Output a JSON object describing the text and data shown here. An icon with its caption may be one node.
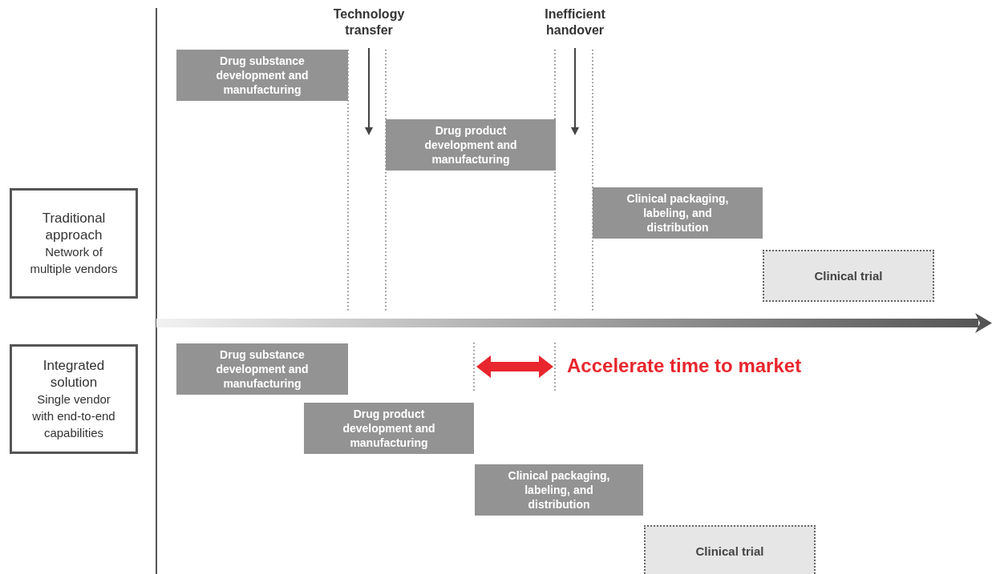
{
  "diagram": {
    "nodes": [
      {
        "text": [
          "Technology transfer"
        ]
      },
      {
        "text": [
          "Inefficient handover"
        ]
      },
      {
        "text": [
          "Drug substance development and manufacturing"
        ]
      },
      {
        "text": [
          "Drug product development and manufacturing"
        ]
      },
      {
        "text": [
          "Traditional approach",
          "Network of multiple vendors"
        ]
      },
      {
        "text": [
          "Clinical packaging, labeling, and distribution"
        ]
      },
      {
        "text": [
          "Clinical trial"
        ]
      },
      {
        "text": [
          "Integrated solution",
          "Single vendor with end-to-end capabilities"
        ]
      },
      {
        "text": [
          "Drug substance development and manufacturing"
        ]
      },
      {
        "text": [
          "Drug product development and manufacturing"
        ]
      },
      {
        "text": [
          "Clinical packaging, labeling, and distribution"
        ]
      },
      {
        "text": [
          "Clinical trial"
        ]
      }
    ],
    "edges": [
      {
        "from": 0,
        "to": 3,
        "arrow": "to"
      },
      {
        "from": 1,
        "to": 3,
        "arrow": "to"
      }
    ],
    "labels": [
      "Accelerate time to market"
    ]
  }
}
